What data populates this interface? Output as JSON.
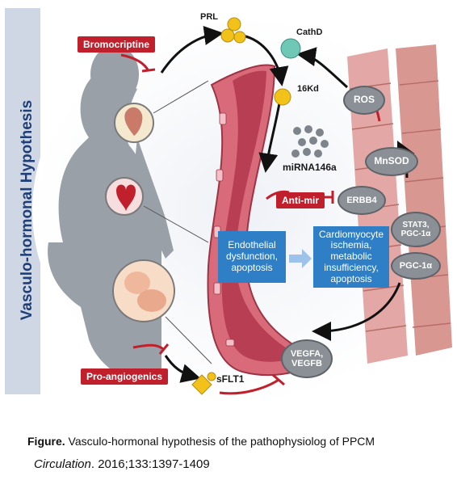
{
  "sidebar": {
    "title": "Vasculo-hormonal Hypothesis"
  },
  "labels": {
    "bromocriptine": "Bromocriptine",
    "prl": "PRL",
    "cathd": "CathD",
    "kd16": "16Kd",
    "ros": "ROS",
    "mnsod": "MnSOD",
    "mirna": "miRNA146a",
    "anti_mir": "Anti-mir",
    "erbb4": "ERBB4",
    "stat3": "STAT3, PGC-1α",
    "pgc1a": "PGC-1α",
    "endothelial": "Endothelial dysfunction, apoptosis",
    "cardiomyocyte": "Cardiomyocyte ischemia, metabolic insufficiency, apoptosis",
    "vegf": "VEGFA, VEGFB",
    "sflt1": "sFLT1",
    "pro_angiogenics": "Pro-angiogenics"
  },
  "colors": {
    "sidebar_bg": "#cfd6e4",
    "title_blue": "#1f3f78",
    "label_red": "#c0202c",
    "box_blue": "#2f7fc6",
    "oval_grey": "#8a9096",
    "vessel_red": "#d96a7a",
    "muscle_pink": "#e3a8a5",
    "prl_yellow": "#f2c21a",
    "cathd_teal": "#6fc7b5"
  },
  "caption": {
    "label": "Figure.",
    "text": " Vasculo-hormonal hypothesis of the pathophysiolog of PPCM",
    "journal": "Circulation",
    "citation": ". 2016;133:1397-1409"
  }
}
